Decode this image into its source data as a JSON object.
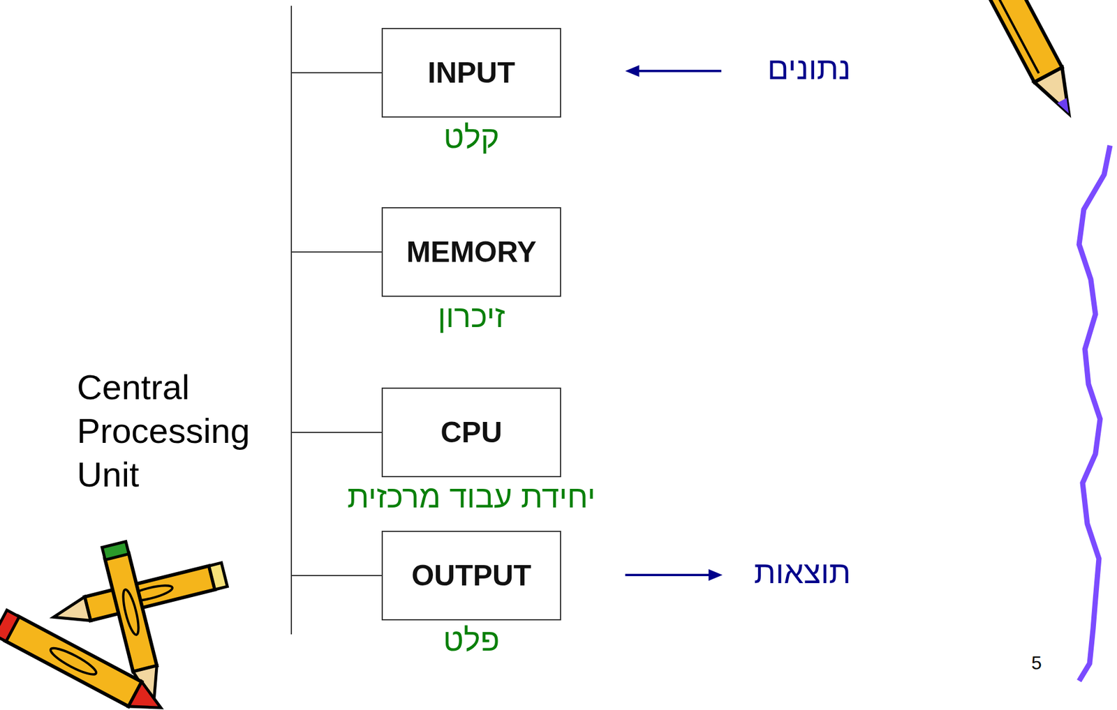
{
  "diagram": {
    "nodes": [
      {
        "text": [
          "INPUT",
          "קלט"
        ]
      },
      {
        "text": [
          "MEMORY",
          "זיכרון"
        ]
      },
      {
        "text": [
          "CPU",
          "יחידת עבוד מרכזית"
        ]
      },
      {
        "text": [
          "OUTPUT",
          "פלט"
        ]
      }
    ],
    "edges": [
      {
        "from": 0,
        "to": 1,
        "arrow": "none"
      },
      {
        "from": 1,
        "to": 2,
        "arrow": "none"
      },
      {
        "from": 2,
        "to": 3,
        "arrow": "none"
      }
    ],
    "labels": [
      "נתונים",
      "תוצאות",
      "Central Processing Unit",
      "5"
    ]
  }
}
